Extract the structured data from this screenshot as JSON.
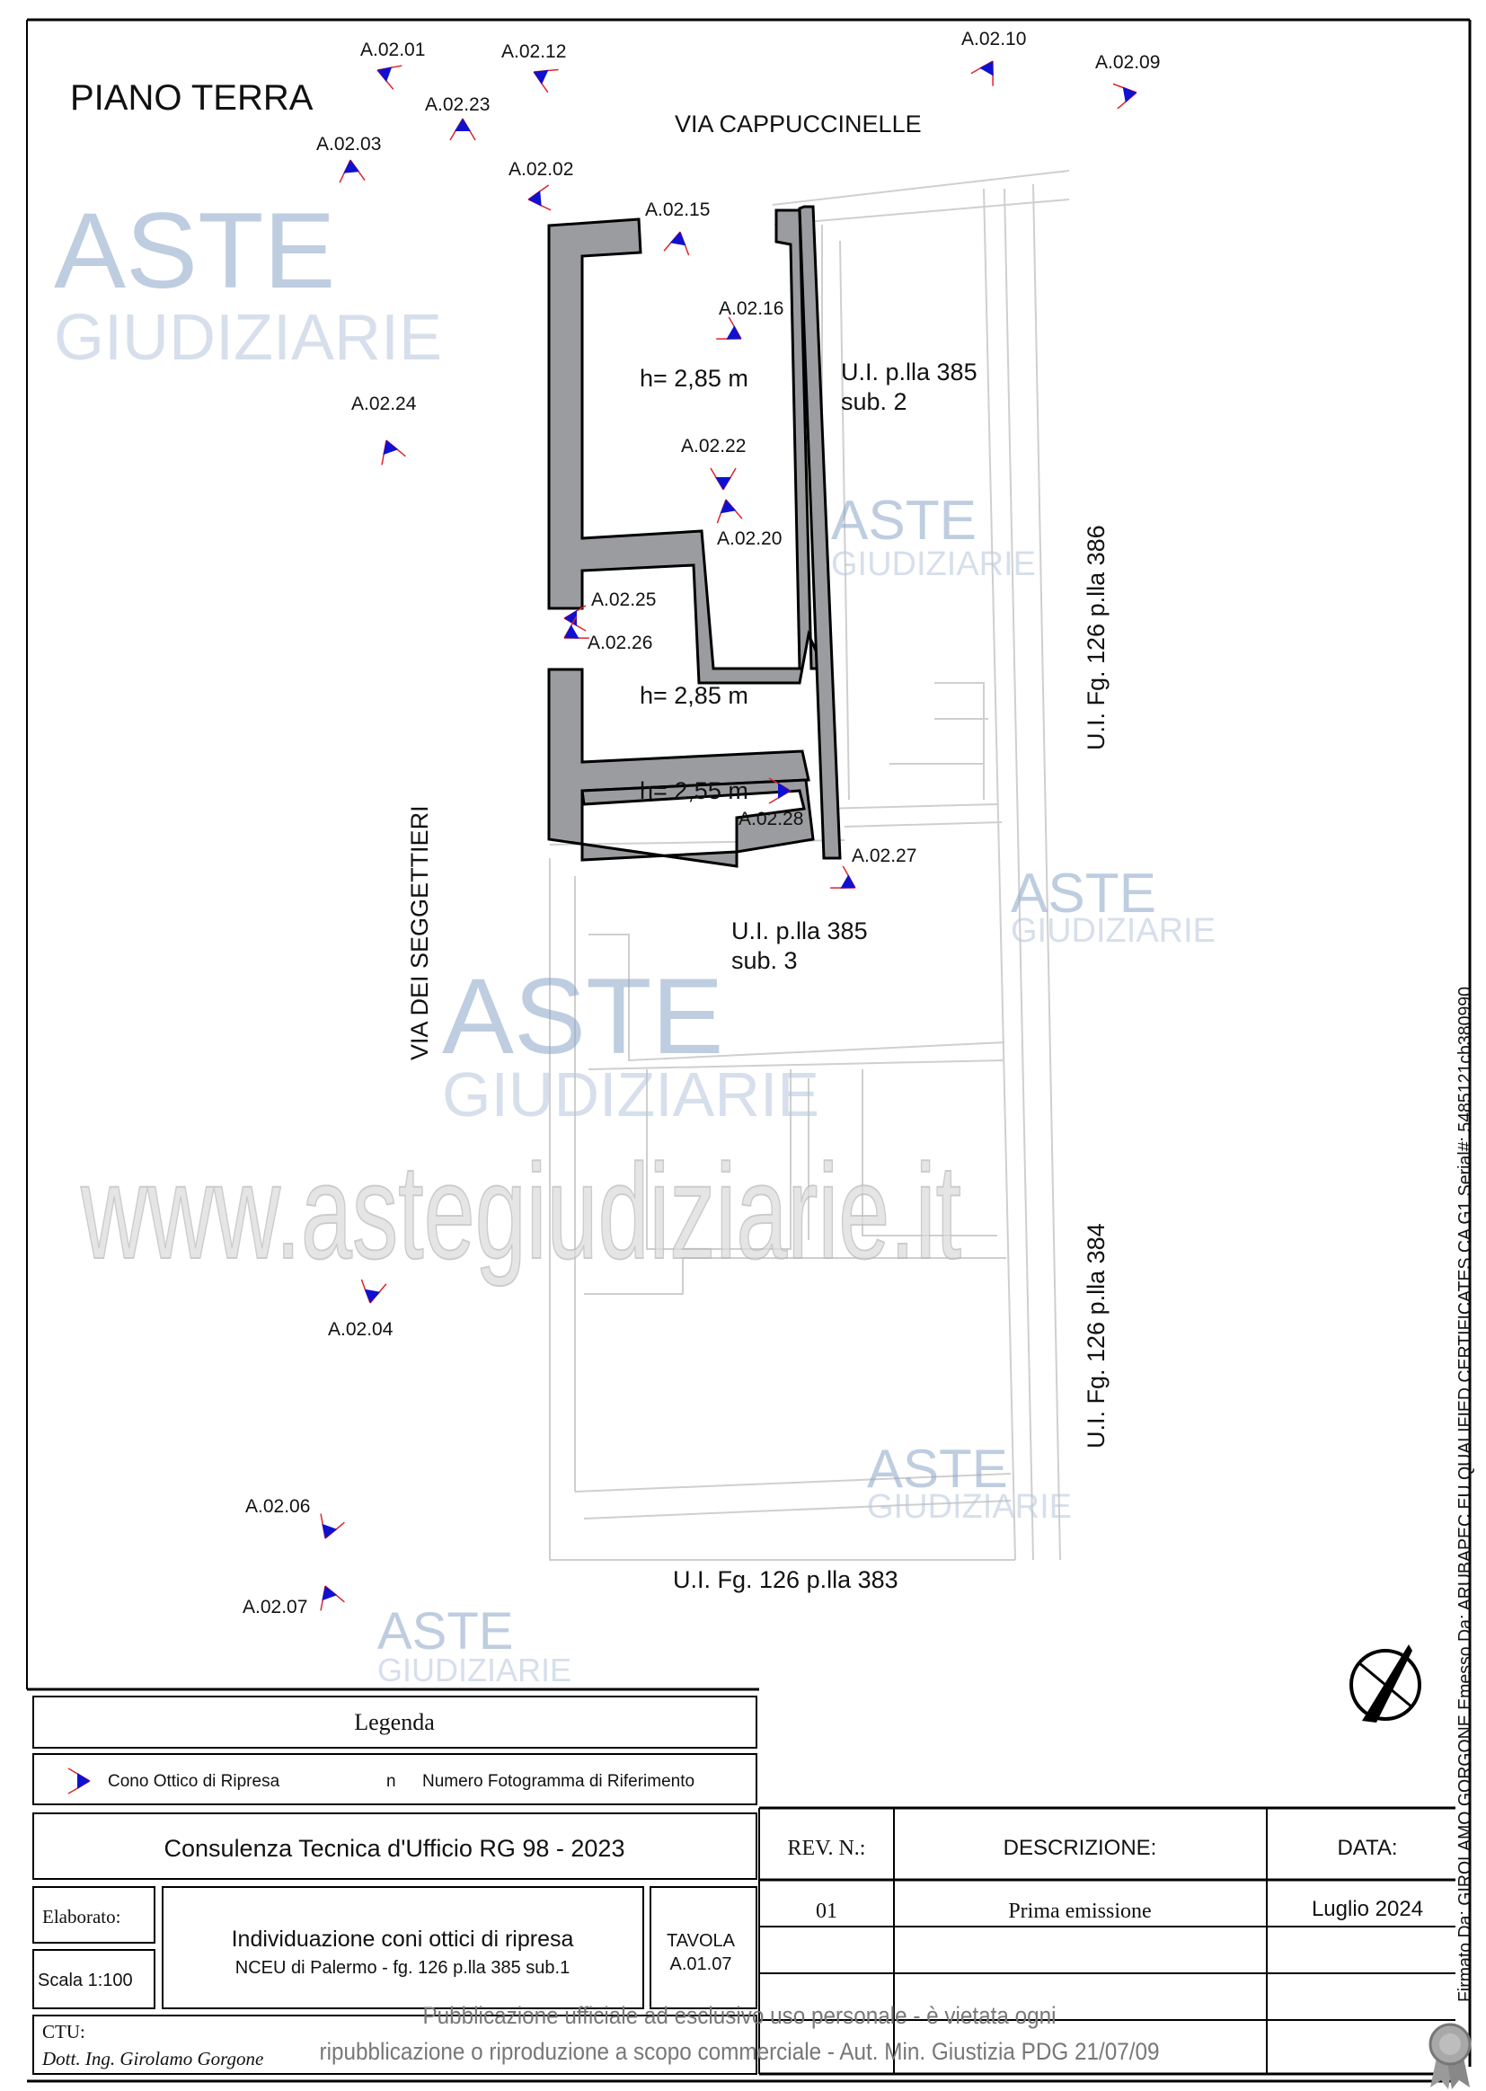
{
  "drawing": {
    "title": "PIANO TERRA",
    "streets": {
      "north": "VIA CAPPUCCINELLE",
      "west": "VIA DEI SEGGETTIERI"
    },
    "heights": [
      "h= 2,85 m",
      "h= 2,85 m",
      "h= 2,55 m"
    ],
    "units": {
      "sub2_line1": "U.I. p.lla 385",
      "sub2_line2": "sub. 2",
      "sub3_line1": "U.I. p.lla 385",
      "sub3_line2": "sub. 3",
      "p386": "U.I. Fg. 126 p.lla 386",
      "p384": "U.I. Fg. 126 p.lla 384",
      "p383": "U.I. Fg. 126 p.lla 383"
    },
    "shots": [
      "A.02.01",
      "A.02.12",
      "A.02.10",
      "A.02.09",
      "A.02.23",
      "A.02.03",
      "A.02.02",
      "A.02.15",
      "A.02.16",
      "A.02.24",
      "A.02.22",
      "A.02.20",
      "A.02.25",
      "A.02.26",
      "A.02.28",
      "A.02.27",
      "A.02.04",
      "A.02.06",
      "A.02.07"
    ],
    "watermark_brand": {
      "line1": "ASTE",
      "line2": "GIUDIZIARIE"
    },
    "watermark_url": "www.astegiudiziarie.it",
    "watermark_notice": {
      "line1": "Pubblicazione ufficiale ad esclusivo uso personale - è vietata ogni",
      "line2": "ripubblicazione o riproduzione a scopo commerciale - Aut. Min. Giustizia PDG 21/07/09"
    },
    "signature": "Firmato Da: GIROLAMO GORGONE Emesso Da: ARUBAPEC EU QUALIFIED CERTIFICATES CA G1 Serial#: 5485121cb380990"
  },
  "legend": {
    "title": "Legenda",
    "cone_label": "Cono Ottico di Ripresa",
    "n_symbol": "n",
    "n_label": "Numero Fotogramma di Riferimento"
  },
  "titleblock": {
    "heading": "Consulenza Tecnica d'Ufficio RG 98 - 2023",
    "elaborato_label": "Elaborato:",
    "scale": "Scala 1:100",
    "description_line1": "Individuazione coni ottici di ripresa",
    "description_line2": "NCEU di Palermo - fg. 126 p.lla 385 sub.1",
    "tavola_label": "TAVOLA",
    "tavola_value": "A.01.07",
    "ctu_label": "CTU:",
    "ctu_name": "Dott. Ing. Girolamo Gorgone",
    "revisions": {
      "headers": {
        "rev": "REV. N.:",
        "desc": "DESCRIZIONE:",
        "date": "DATA:"
      },
      "rows": [
        {
          "rev": "01",
          "desc": "Prima emissione",
          "date": "Luglio 2024"
        }
      ]
    }
  }
}
